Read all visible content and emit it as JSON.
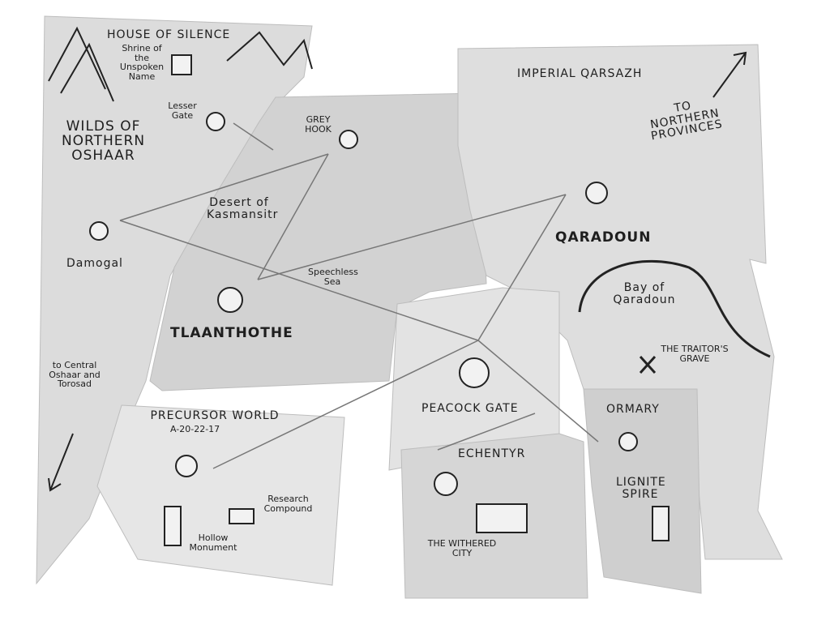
{
  "labels": {
    "house_of_silence": "House of Silence",
    "shrine": "Shrine of the Unspoken Name",
    "lesser_gate": "Lesser Gate",
    "wilds": "Wilds of Northern Oshaar",
    "grey_hook": "Grey Hook",
    "desert": "Desert of Kasmansitr",
    "damogal": "Damogal",
    "speechless_sea": "Speechless Sea",
    "tlaanthothe": "Tlaanthothe",
    "to_central": "to Central Oshaar and Torosad",
    "precursor_world": "Precursor World",
    "precursor_code": "A-20-22-17",
    "research_compound": "Research Compound",
    "hollow_monument": "Hollow Monument",
    "peacock_gate": "Peacock Gate",
    "echentyr": "Echentyr",
    "withered_city": "The Withered City",
    "ormary": "Ormary",
    "lignite_spire": "Lignite Spire",
    "imperial_qarsazh": "Imperial Qarsazh",
    "to_northern": "to Northern Provinces",
    "qaradoun": "Qaradoun",
    "bay_of_qaradoun": "Bay of Qaradoun",
    "traitors_grave": "The Traitor's Grave"
  },
  "colors": {
    "paper": "#d9d9d9",
    "paper_light": "#e6e6e6",
    "ink": "#1e1e1e",
    "string": "#777777"
  }
}
